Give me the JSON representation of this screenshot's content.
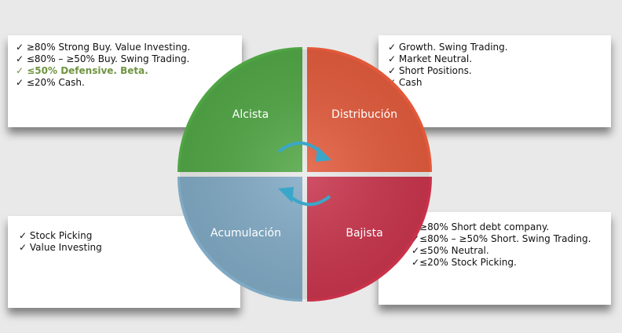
{
  "quadrants": {
    "alcista": "Alcista",
    "distribucion": "Distribución",
    "acumulacion": "Acumulación",
    "bajista": "Bajista"
  },
  "boxes": {
    "top_left": [
      "✓  ≥80% Strong Buy. Value Investing.",
      "✓ ≤80% – ≥50% Buy. Swing Trading.",
      "✓ ≤50% Defensive. Beta.",
      "✓ ≤20% Cash."
    ],
    "top_right": [
      "✓  Growth. Swing Trading.",
      "✓ Market Neutral.",
      "✓ Short Positions.",
      "✓ Cash"
    ],
    "bottom_left": [
      "✓  Stock Picking",
      "✓ Value Investing"
    ],
    "bottom_right": [
      "✓≥80% Short debt company.",
      "✓≤80% – ≥50% Short. Swing Trading.",
      "✓≤50% Neutral.",
      "✓≤20% Stock Picking."
    ]
  },
  "colors": {
    "alcista": "#4fa543",
    "distribucion": "#e2593a",
    "acumulacion": "#7fa9c4",
    "bajista": "#c8324a",
    "arrow": "#3aa6c9",
    "highlight": "#6f9440"
  }
}
